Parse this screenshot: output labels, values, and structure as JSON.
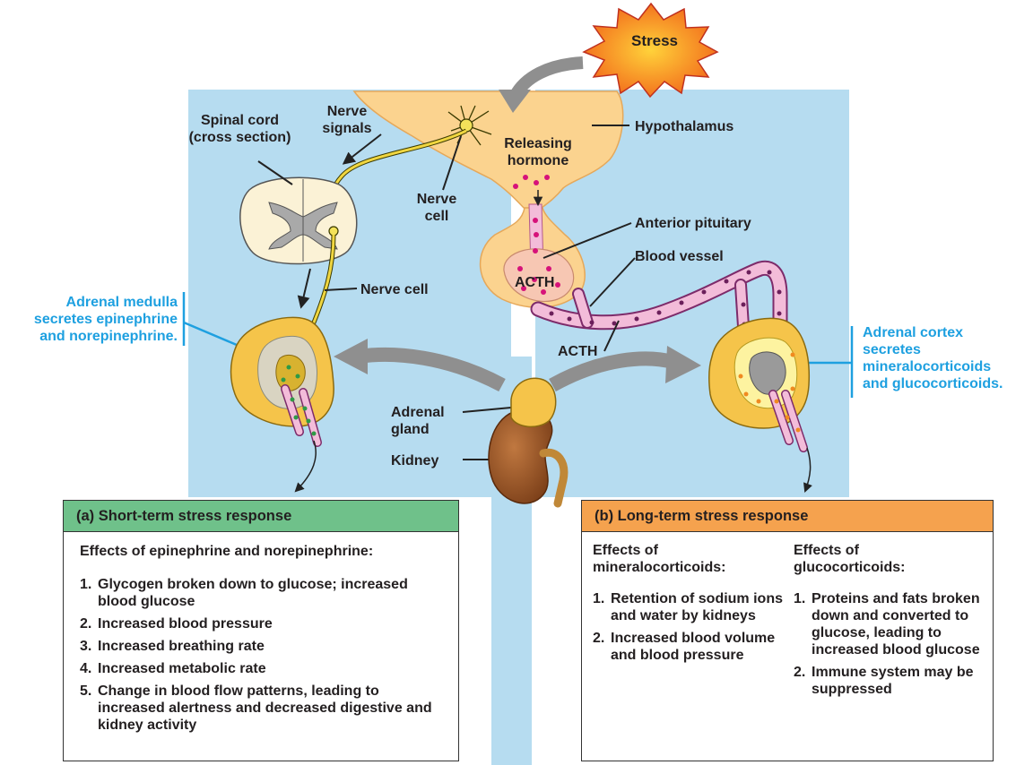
{
  "stress": "Stress",
  "labels": {
    "spinal_cord": "Spinal cord\n(cross section)",
    "nerve_signals": "Nerve\nsignals",
    "nerve_cell_top": "Nerve\ncell",
    "releasing_hormone": "Releasing\nhormone",
    "hypothalamus": "Hypothalamus",
    "anterior_pituitary": "Anterior pituitary",
    "blood_vessel": "Blood vessel",
    "nerve_cell_left": "Nerve cell",
    "acth_pituitary": "ACTH",
    "acth_vessel": "ACTH",
    "adrenal_gland": "Adrenal\ngland",
    "kidney": "Kidney",
    "adrenal_medulla": "Adrenal medulla\nsecretes epinephrine\nand norepinephrine.",
    "adrenal_cortex": "Adrenal cortex\nsecretes\nmineralocorticoids\nand glucocorticoids."
  },
  "short_term": {
    "title": "(a) Short-term stress response",
    "subtitle": "Effects of epinephrine and norepinephrine:",
    "items": [
      {
        "num": "1.",
        "text": "Glycogen broken down to glucose; increased blood glucose"
      },
      {
        "num": "2.",
        "text": "Increased blood pressure"
      },
      {
        "num": "3.",
        "text": "Increased breathing rate"
      },
      {
        "num": "4.",
        "text": "Increased metabolic rate"
      },
      {
        "num": "5.",
        "text": "Change in blood flow patterns, leading to increased alertness and decreased digestive and kidney activity"
      }
    ]
  },
  "long_term": {
    "title": "(b) Long-term stress response",
    "mineral": {
      "subtitle": "Effects of\nmineralocorticoids:",
      "items": [
        {
          "num": "1.",
          "text": "Retention of sodium ions and water by kidneys"
        },
        {
          "num": "2.",
          "text": "Increased blood volume and blood pressure"
        }
      ]
    },
    "gluco": {
      "subtitle": "Effects of\nglucocorticoids:",
      "items": [
        {
          "num": "1.",
          "text": "Proteins and fats broken down and converted to glucose, leading to increased blood glucose"
        },
        {
          "num": "2.",
          "text": "Immune system may be suppressed"
        }
      ]
    }
  },
  "colors": {
    "panel_blue": "#b6dcf0",
    "brain_tan": "#fbd38f",
    "short_header": "#6fc18a",
    "long_header": "#f5a24e",
    "callout_blue": "#1ea0e0",
    "acth_dot": "#d6127a",
    "vessel_pink": "#f3bcd9",
    "kidney_brown": "#a05a2c"
  }
}
